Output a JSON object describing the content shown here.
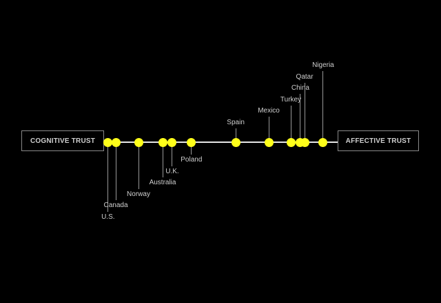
{
  "left_pole": "COGNITIVE TRUST",
  "right_pole": "AFFECTIVE TRUST",
  "accent_color": "#ffff1a",
  "scale_range": [
    0,
    100
  ],
  "countries": [
    {
      "name": "U.S.",
      "value": 2,
      "side": "below",
      "tier": 6
    },
    {
      "name": "Canada",
      "value": 5.3,
      "side": "below",
      "tier": 5
    },
    {
      "name": "Norway",
      "value": 15,
      "side": "below",
      "tier": 4
    },
    {
      "name": "Australia",
      "value": 25.3,
      "side": "below",
      "tier": 3
    },
    {
      "name": "U.K.",
      "value": 29.4,
      "side": "below",
      "tier": 2
    },
    {
      "name": "Poland",
      "value": 37.6,
      "side": "below",
      "tier": 1
    },
    {
      "name": "Spain",
      "value": 56.5,
      "side": "above",
      "tier": 1
    },
    {
      "name": "Mexico",
      "value": 70.6,
      "side": "above",
      "tier": 2
    },
    {
      "name": "Turkey",
      "value": 80,
      "side": "above",
      "tier": 3
    },
    {
      "name": "China",
      "value": 84.1,
      "side": "above",
      "tier": 4
    },
    {
      "name": "Qatar",
      "value": 85.9,
      "side": "above",
      "tier": 5
    },
    {
      "name": "Nigeria",
      "value": 93.8,
      "side": "above",
      "tier": 6
    }
  ]
}
